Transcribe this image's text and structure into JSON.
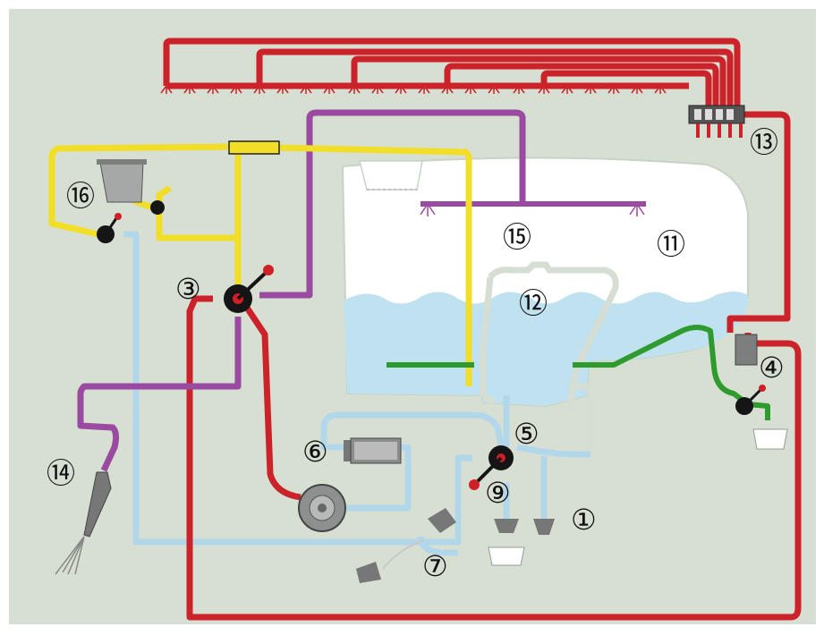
{
  "colors": {
    "background": "#d7dfd3",
    "frame": "#ffffff",
    "pressure_line": "#cc2229",
    "suction_line": "#b3d7ea",
    "rinse_line": "#f2dd27",
    "tank_clean_line": "#9a4aa0",
    "agitation_line": "#2f9a2e",
    "tank_fill": "#ffffff",
    "liquid": "#bfe1f0",
    "valve_black": "#151515",
    "valve_red": "#d01f26"
  },
  "icons": {
    "nozzle": "spray-nozzle-icon",
    "valve": "three-way-valve-icon",
    "pump": "diaphragm-pump-icon",
    "filter": "suction-filter-icon",
    "cup": "measuring-cup-icon",
    "gun": "spray-gun-icon",
    "hopper": "induction-hopper-icon"
  },
  "labels": {
    "l1": "①",
    "l3": "③",
    "l4": "④",
    "l5": "⑤",
    "l6": "⑥",
    "l7": "⑦",
    "l9": "⑨",
    "l11": "⑪",
    "l12": "⑫",
    "l13": "⑬",
    "l14": "⑭",
    "l15": "⑮",
    "l16": "⑯"
  }
}
